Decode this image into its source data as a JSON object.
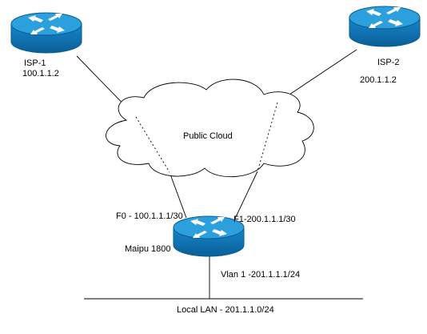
{
  "nodes": {
    "isp1": {
      "name": "ISP-1",
      "ip": "100.1.1.2"
    },
    "isp2": {
      "name": "ISP-2",
      "ip": "200.1.1.2"
    },
    "cloud": {
      "label": "Public Cloud"
    },
    "router": {
      "name": "Maipu 1800"
    }
  },
  "interfaces": {
    "f0": "F0 - 100.1.1.1/30",
    "f1": "F1-200.1.1.1/30",
    "vlan1": "Vlan 1 -201.1.1.1/24"
  },
  "lan": {
    "label": "Local LAN - 201.1.1.0/24"
  },
  "colors": {
    "router_top": "#2a9ad8",
    "router_body": "#0d74b8",
    "router_edge": "#0a5e96",
    "line": "#000000",
    "cloud_stroke": "#000000"
  },
  "icons": {
    "router": "router-icon",
    "cloud": "cloud-icon"
  }
}
